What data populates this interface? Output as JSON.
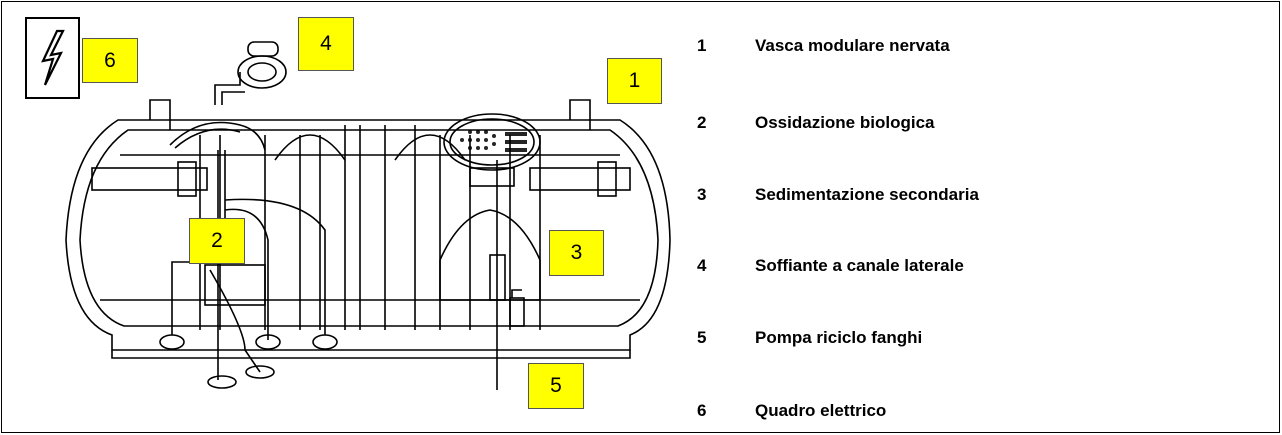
{
  "tags": {
    "t1": "1",
    "t2": "2",
    "t3": "3",
    "t4": "4",
    "t5": "5",
    "t6": "6"
  },
  "icons": {
    "electric": "lightning-bolt-icon"
  },
  "colors": {
    "tag_fill": "#ffff00",
    "line": "#000000"
  },
  "legend": [
    {
      "num": "1",
      "text": "Vasca modulare nervata"
    },
    {
      "num": "2",
      "text": "Ossidazione biologica"
    },
    {
      "num": "3",
      "text": "Sedimentazione secondaria"
    },
    {
      "num": "4",
      "text": "Soffiante a canale laterale"
    },
    {
      "num": "5",
      "text": "Pompa riciclo fanghi"
    },
    {
      "num": "6",
      "text": "Quadro elettrico"
    }
  ]
}
